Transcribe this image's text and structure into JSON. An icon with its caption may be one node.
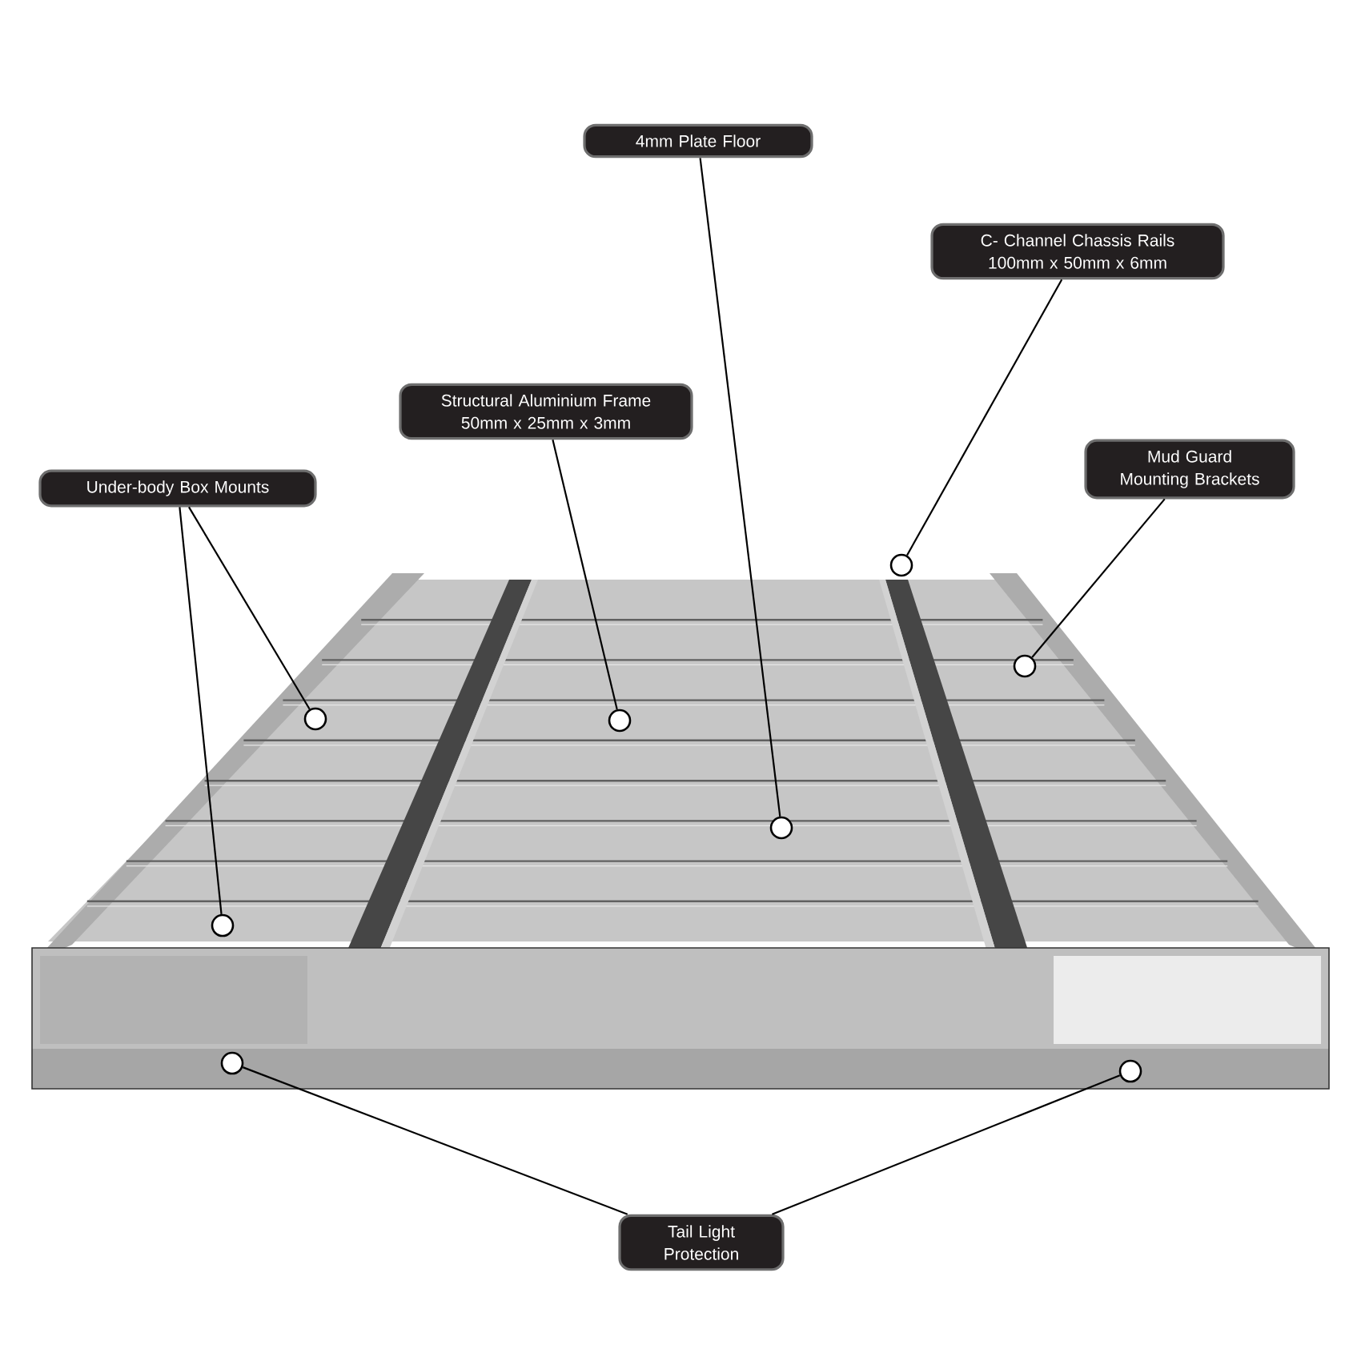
{
  "diagram": {
    "nodes": [
      {
        "text": [
          "4mm Plate Floor"
        ]
      },
      {
        "text": [
          "C- Channel Chassis Rails 100mm x 50mm x 6mm"
        ]
      },
      {
        "text": [
          "Structural Aluminium Frame 50mm x 25mm x 3mm"
        ]
      },
      {
        "text": [
          "Under-body Box Mounts"
        ]
      },
      {
        "text": [
          "Mud Guard Mounting Brackets"
        ]
      },
      {
        "text": [
          "Tail Light Protection"
        ]
      },
      {
        "text": [],
        "shape": "circle"
      },
      {
        "text": [],
        "shape": "circle"
      },
      {
        "text": [],
        "shape": "circle"
      },
      {
        "text": [],
        "shape": "circle"
      },
      {
        "text": [],
        "shape": "circle"
      },
      {
        "text": [],
        "shape": "circle"
      },
      {
        "text": [],
        "shape": "circle"
      },
      {
        "text": [],
        "shape": "circle"
      }
    ],
    "edges": [
      {
        "from": 0,
        "to": 10,
        "arrow": "none"
      },
      {
        "from": 1,
        "to": 6,
        "arrow": "none"
      },
      {
        "from": 2,
        "to": 9,
        "arrow": "none"
      },
      {
        "from": 3,
        "to": 8,
        "arrow": "none"
      },
      {
        "from": 3,
        "to": 7,
        "arrow": "none"
      },
      {
        "from": 4,
        "to": 11,
        "arrow": "none"
      },
      {
        "from": 5,
        "to": 12,
        "arrow": "none"
      },
      {
        "from": 5,
        "to": 13,
        "arrow": "none"
      }
    ]
  }
}
